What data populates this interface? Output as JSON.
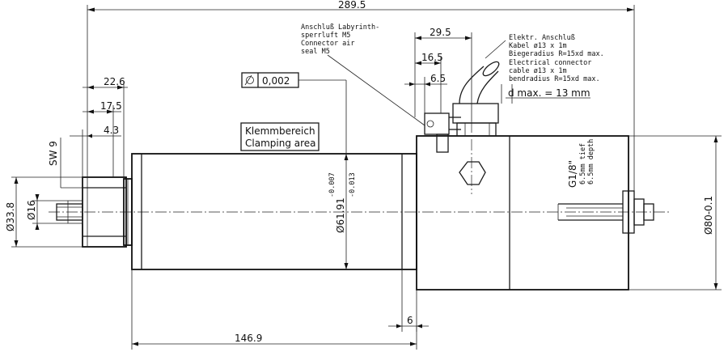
{
  "dimensions": {
    "overall_length": "289.5",
    "d_29_5": "29.5",
    "d_16_5": "16.5",
    "d_6_5": "6.5",
    "d_22_6": "22.6",
    "d_17_5": "17.5",
    "d_4_3": "4.3",
    "sw": "SW 9",
    "dia_33_8": "Ø33.8",
    "dia_16": "Ø16",
    "dia_body": "Ø61.91",
    "dia_body_tol_upper": "-0.007",
    "dia_body_tol_lower": "-0.013",
    "dia_80": "Ø80-0.1",
    "d_6": "6",
    "d_146_9": "146.9",
    "g_thread": "G1/8\"",
    "g_depth_de": "6.5mm tief",
    "g_depth_en": "6.5mm depth"
  },
  "tolerance_box": {
    "value": "0,002"
  },
  "clamping_box": {
    "line1": "Klemmbereich",
    "line2": "Clamping area"
  },
  "labyrinth_note": [
    "Anschluß Labyrinth-",
    "sperrluft M5",
    "Connector air",
    "seal M5"
  ],
  "electric_note": [
    "Elektr. Anschluß",
    "Kabel ø13 x 1m",
    "Biegeradius R=15xd max.",
    "Electrical connector",
    "cable ø13 x 1m",
    "bendradius R=15xd max."
  ],
  "d_max_note": "d max. = 13 mm"
}
